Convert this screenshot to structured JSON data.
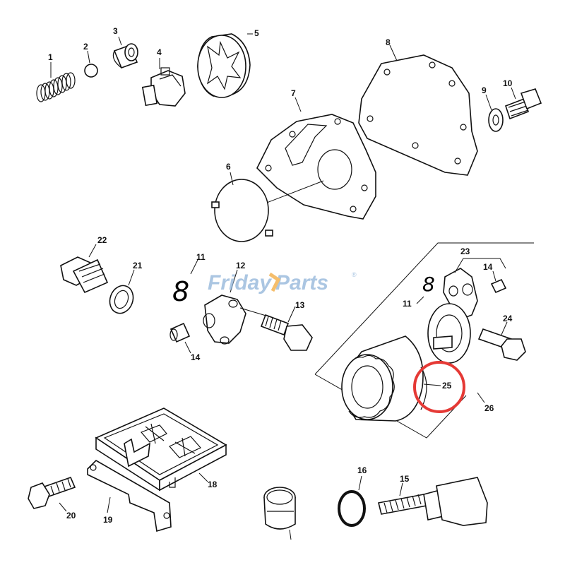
{
  "watermark": {
    "part1": "Friday",
    "part2": "Parts",
    "reg": "®",
    "color_main": "#8fb3d9",
    "color_accent": "#f2a93b"
  },
  "highlight_color": "#e53935",
  "labels": {
    "n1": "1",
    "n2": "2",
    "n3": "3",
    "n4": "4",
    "n5": "5",
    "n6": "6",
    "n7": "7",
    "n8": "8",
    "n9": "9",
    "n10": "10",
    "n11a": "11",
    "n11b": "11",
    "n12": "12",
    "n13": "13",
    "n14a": "14",
    "n14b": "14",
    "n15": "15",
    "n16": "16",
    "n18": "18",
    "n19": "19",
    "n20": "20",
    "n21": "21",
    "n22": "22",
    "n23": "23",
    "n24": "24",
    "n25": "25",
    "n26": "26"
  },
  "glyphs": {
    "eight_a": "8",
    "eight_b": "8"
  }
}
